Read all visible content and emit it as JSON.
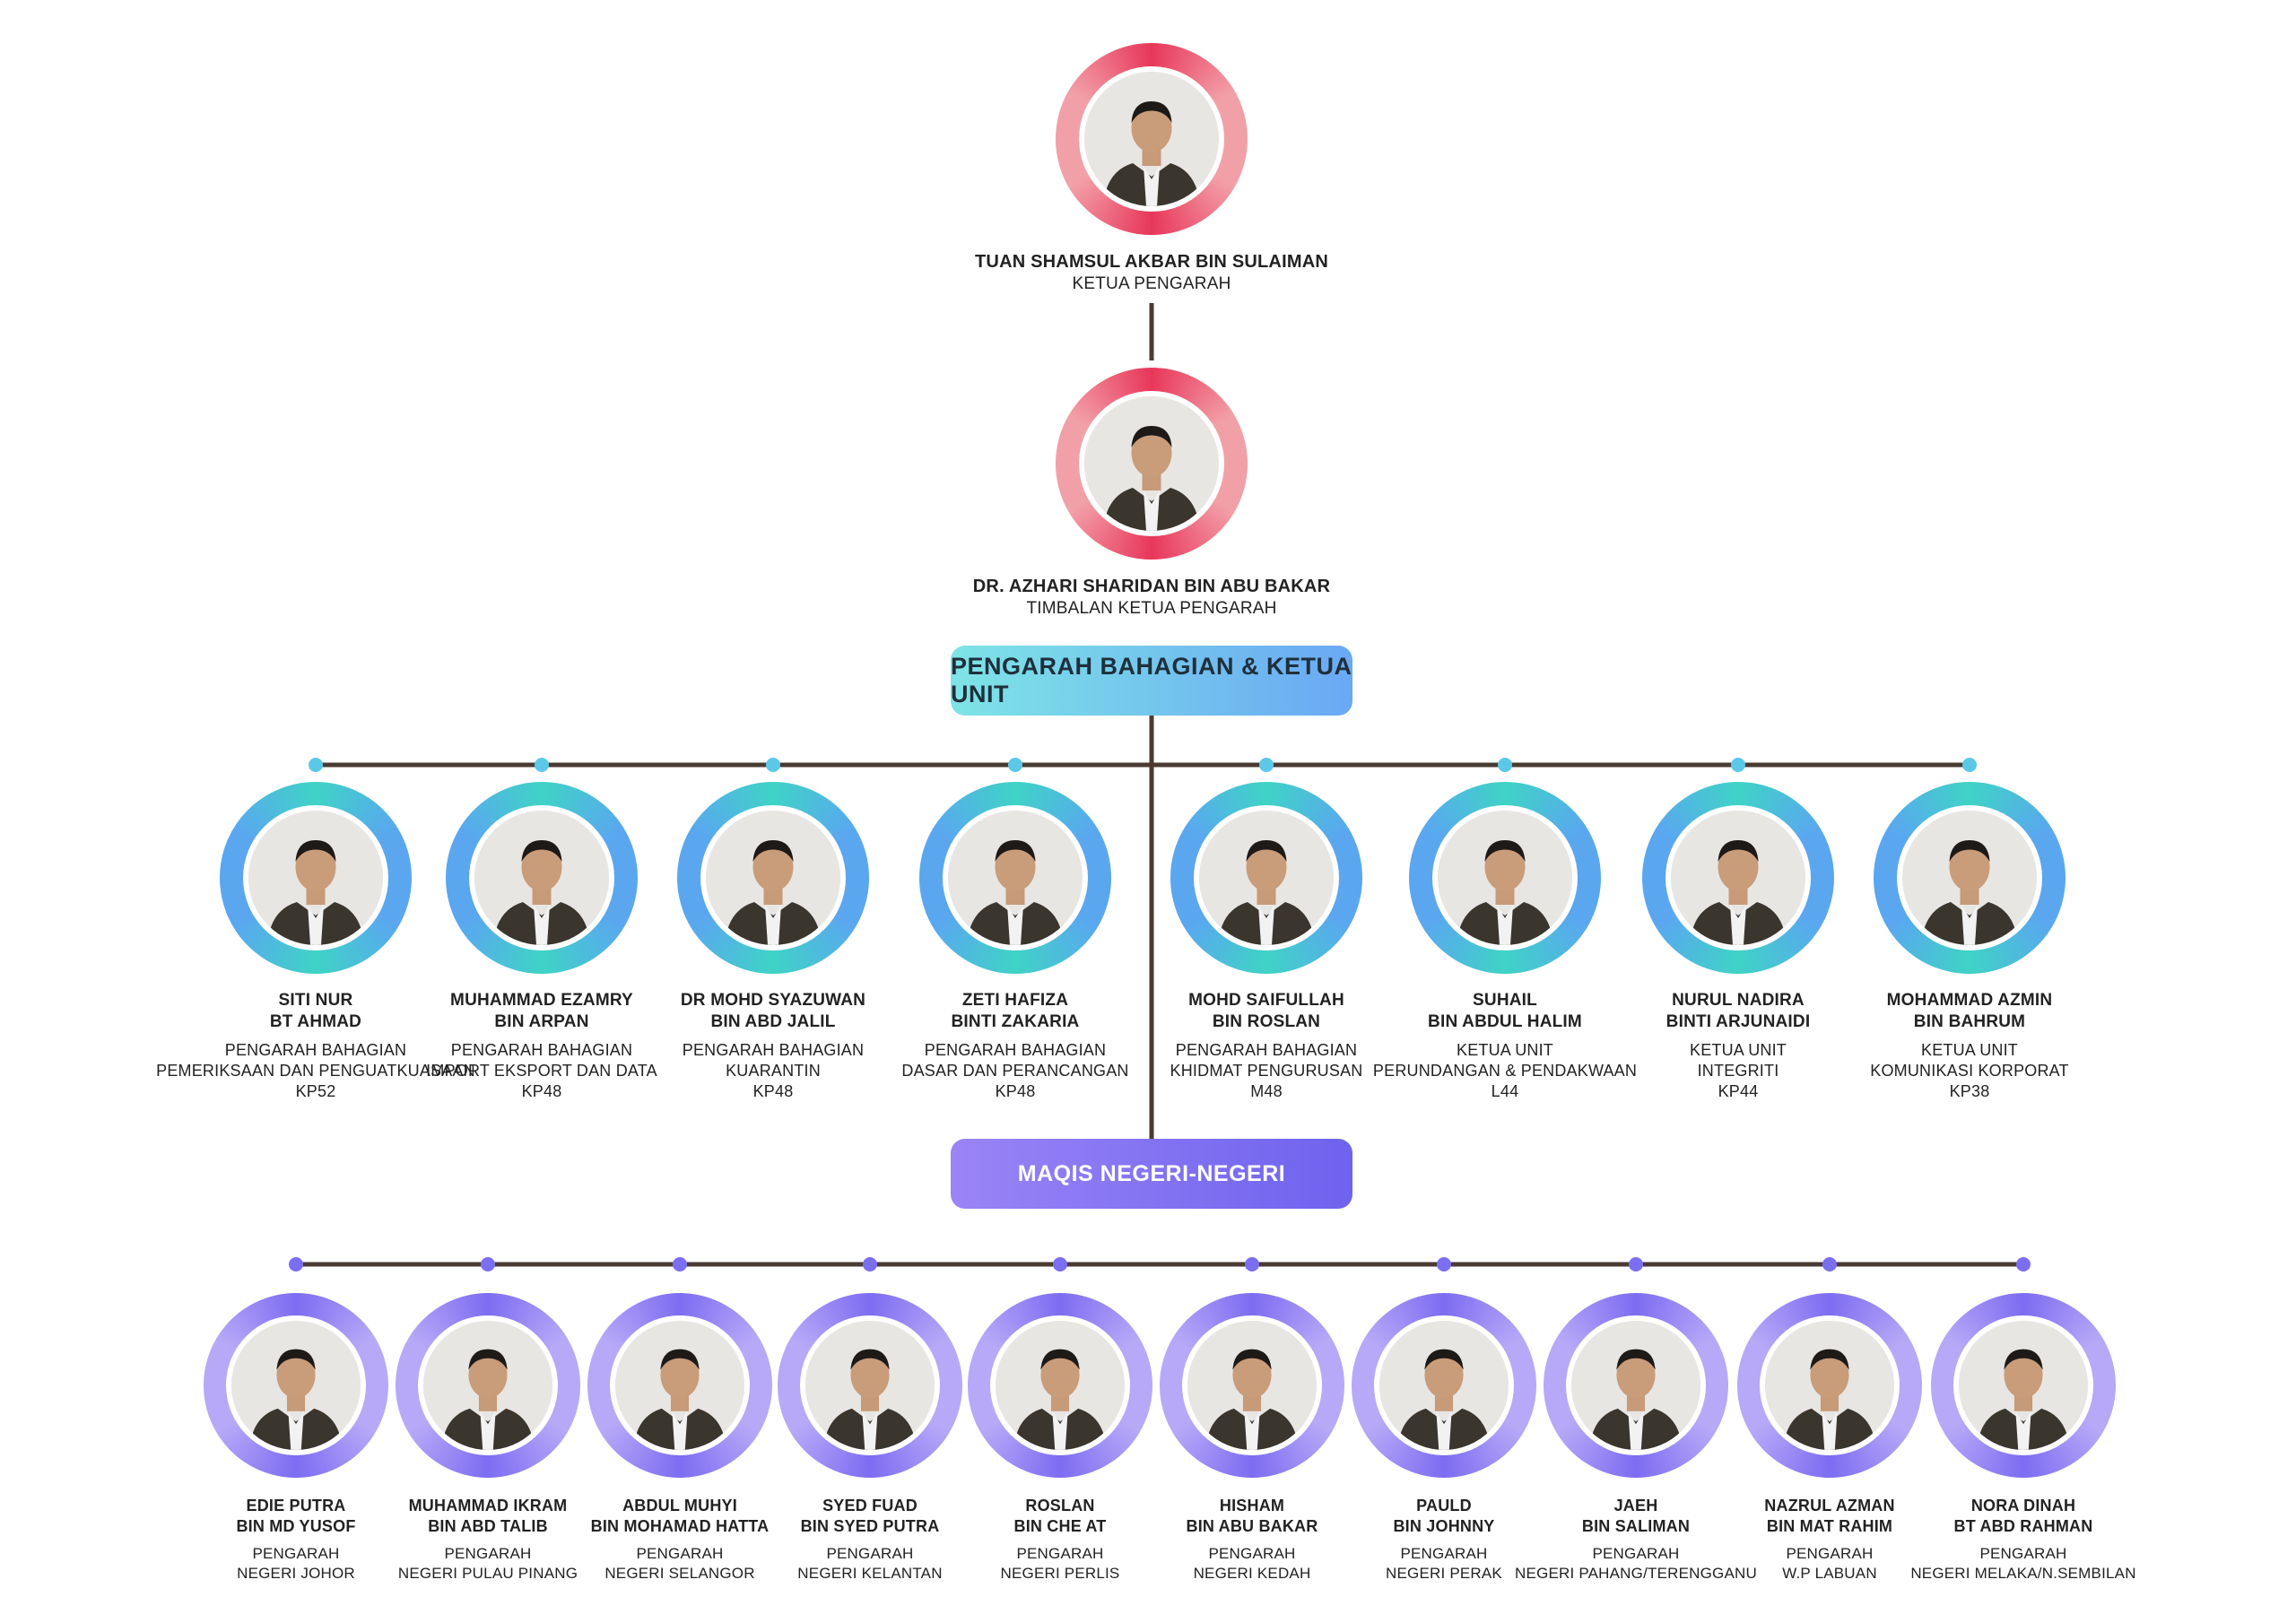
{
  "colors": {
    "line": "#4a3b32",
    "top_ring_a": "#e8375a",
    "top_ring_b": "#f2a0a8",
    "mid_ring_a": "#3fd3c6",
    "mid_ring_b": "#5aa7f0",
    "low_ring_a": "#7e6cf2",
    "low_ring_b": "#b7a9f7",
    "dot_mid": "#5cc8e8",
    "dot_low": "#7b6ef0",
    "banner1_a": "#7ee4e6",
    "banner1_b": "#6aa8f4",
    "banner2_a": "#9a84f6",
    "banner2_b": "#6e63ee"
  },
  "top": [
    {
      "name": "TUAN SHAMSUL AKBAR BIN SULAIMAN",
      "title": "KETUA PENGARAH",
      "icon": "person-photo"
    },
    {
      "name": "DR. AZHARI SHARIDAN BIN ABU BAKAR",
      "title": "TIMBALAN KETUA PENGARAH",
      "icon": "person-photo"
    }
  ],
  "banners": {
    "division": "PENGARAH BAHAGIAN & KETUA UNIT",
    "states": "MAQIS NEGERI-NEGERI"
  },
  "divisions": [
    {
      "name1": "SITI NUR",
      "name2": "BT AHMAD",
      "t1": "PENGARAH BAHAGIAN",
      "t2": "PEMERIKSAAN DAN PENGUATKUASAAN",
      "t3": "KP52"
    },
    {
      "name1": "MUHAMMAD EZAMRY",
      "name2": "BIN ARPAN",
      "t1": "PENGARAH BAHAGIAN",
      "t2": "IMPORT EKSPORT DAN DATA",
      "t3": "KP48"
    },
    {
      "name1": "DR MOHD SYAZUWAN",
      "name2": "BIN ABD JALIL",
      "t1": "PENGARAH BAHAGIAN",
      "t2": "KUARANTIN",
      "t3": "KP48"
    },
    {
      "name1": "ZETI HAFIZA",
      "name2": "BINTI ZAKARIA",
      "t1": "PENGARAH BAHAGIAN",
      "t2": "DASAR DAN PERANCANGAN",
      "t3": "KP48"
    },
    {
      "name1": "MOHD SAIFULLAH",
      "name2": "BIN ROSLAN",
      "t1": "PENGARAH BAHAGIAN",
      "t2": "KHIDMAT PENGURUSAN",
      "t3": "M48"
    },
    {
      "name1": "SUHAIL",
      "name2": "BIN ABDUL HALIM",
      "t1": "KETUA UNIT",
      "t2": "PERUNDANGAN & PENDAKWAAN",
      "t3": "L44"
    },
    {
      "name1": "NURUL NADIRA",
      "name2": "BINTI ARJUNAIDI",
      "t1": "KETUA UNIT",
      "t2": "INTEGRITI",
      "t3": "KP44"
    },
    {
      "name1": "MOHAMMAD AZMIN",
      "name2": "BIN BAHRUM",
      "t1": "KETUA UNIT",
      "t2": "KOMUNIKASI KORPORAT",
      "t3": "KP38"
    }
  ],
  "states": [
    {
      "name1": "EDIE PUTRA",
      "name2": "BIN MD YUSOF",
      "t1": "PENGARAH",
      "t2": "NEGERI JOHOR"
    },
    {
      "name1": "MUHAMMAD IKRAM",
      "name2": "BIN ABD TALIB",
      "t1": "PENGARAH",
      "t2": "NEGERI PULAU PINANG"
    },
    {
      "name1": "ABDUL MUHYI",
      "name2": "BIN MOHAMAD HATTA",
      "t1": "PENGARAH",
      "t2": "NEGERI SELANGOR"
    },
    {
      "name1": "SYED FUAD",
      "name2": "BIN SYED PUTRA",
      "t1": "PENGARAH",
      "t2": "NEGERI KELANTAN"
    },
    {
      "name1": "ROSLAN",
      "name2": "BIN CHE AT",
      "t1": "PENGARAH",
      "t2": "NEGERI PERLIS"
    },
    {
      "name1": "HISHAM",
      "name2": "BIN ABU BAKAR",
      "t1": "PENGARAH",
      "t2": "NEGERI KEDAH"
    },
    {
      "name1": "PAULD",
      "name2": "BIN JOHNNY",
      "t1": "PENGARAH",
      "t2": "NEGERI PERAK"
    },
    {
      "name1": "JAEH",
      "name2": "BIN SALIMAN",
      "t1": "PENGARAH",
      "t2": "NEGERI PAHANG/TERENGGANU"
    },
    {
      "name1": "NAZRUL AZMAN",
      "name2": "BIN MAT RAHIM",
      "t1": "PENGARAH",
      "t2": "W.P LABUAN"
    },
    {
      "name1": "NORA DINAH",
      "name2": "BT ABD RAHMAN",
      "t1": "PENGARAH",
      "t2": "NEGERI MELAKA/N.SEMBILAN"
    }
  ]
}
